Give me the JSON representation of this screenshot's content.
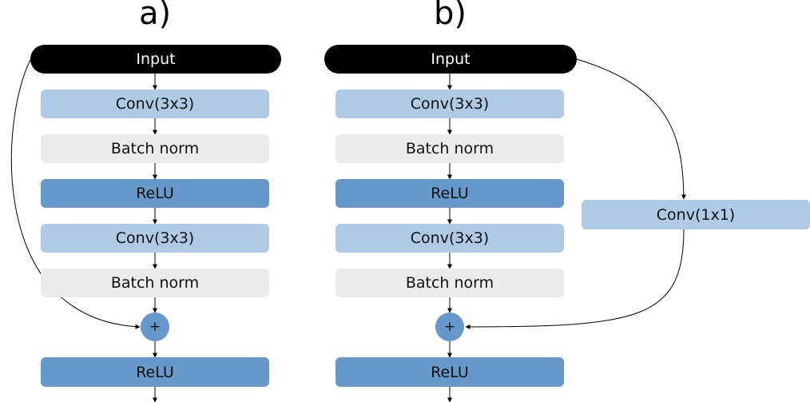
{
  "panels": [
    {
      "label": "a)",
      "blocks": [
        "Input",
        "Conv(3x3)",
        "Batch norm",
        "ReLU",
        "Conv(3x3)",
        "Batch norm",
        "+",
        "ReLU"
      ]
    },
    {
      "label": "b)",
      "blocks": [
        "Input",
        "Conv(3x3)",
        "Batch norm",
        "ReLU",
        "Conv(3x3)",
        "Batch norm",
        "+",
        "ReLU"
      ],
      "shortcut_block": "Conv(1x1)"
    }
  ],
  "colors": {
    "input": "#000000",
    "conv": "#aecae4",
    "batch_norm": "#ebebeb",
    "relu": "#6699c9",
    "add": "#6699c9"
  }
}
